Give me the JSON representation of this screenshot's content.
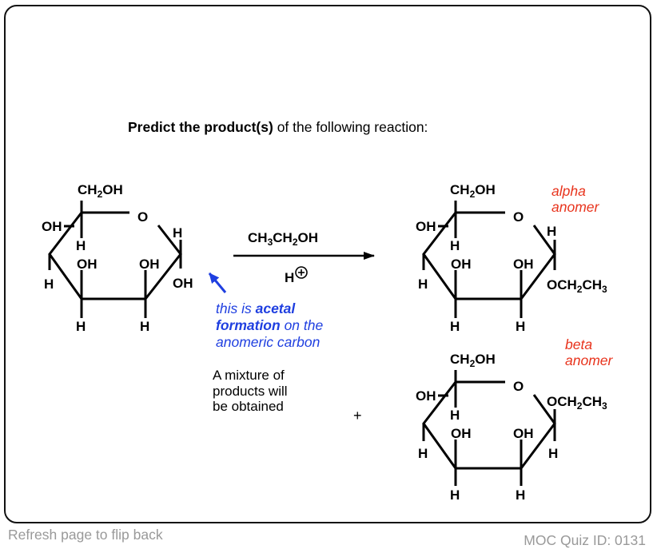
{
  "question": {
    "bold": "Predict the product(s)",
    "rest": " of the following reaction:"
  },
  "reagents": {
    "top": "CH3CH2OH",
    "bottom": "H+"
  },
  "note": {
    "line1_pre": "this is ",
    "line1_bold": "acetal",
    "line2_bold": "formation",
    "line2_rest": " on the",
    "line3": "anomeric carbon"
  },
  "mixture": {
    "line1": "A mixture of",
    "line2": "products will",
    "line3": "be obtained"
  },
  "plus": "+",
  "products": {
    "alpha": {
      "line1": "alpha",
      "line2": "anomer"
    },
    "beta": {
      "line1": "beta",
      "line2": "anomer"
    }
  },
  "footer": {
    "refresh": "Refresh page to flip back",
    "quiz_id": "MOC Quiz ID: 0131"
  },
  "atoms": {
    "ch2oh": "CH2OH",
    "o": "O",
    "oh": "OH",
    "h": "H",
    "och2ch3": "OCH2CH3"
  },
  "colors": {
    "note": "#1f3fe0",
    "anomer": "#e8331c",
    "footer": "#999999"
  }
}
